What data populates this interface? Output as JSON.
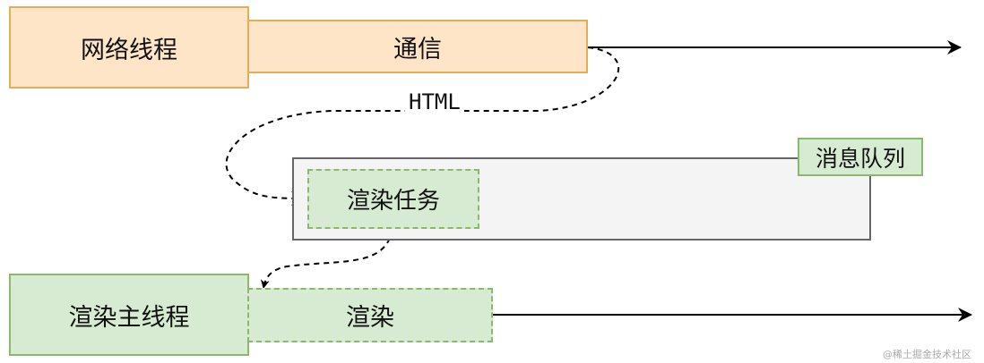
{
  "network_thread": {
    "label": "网络线程",
    "task_label": "通信"
  },
  "edge_html": {
    "label": "HTML"
  },
  "message_queue": {
    "label": "消息队列",
    "task_label": "渲染任务"
  },
  "render_thread": {
    "label": "渲染主线程",
    "task_label": "渲染"
  },
  "watermark": "@稀土掘金技术社区"
}
